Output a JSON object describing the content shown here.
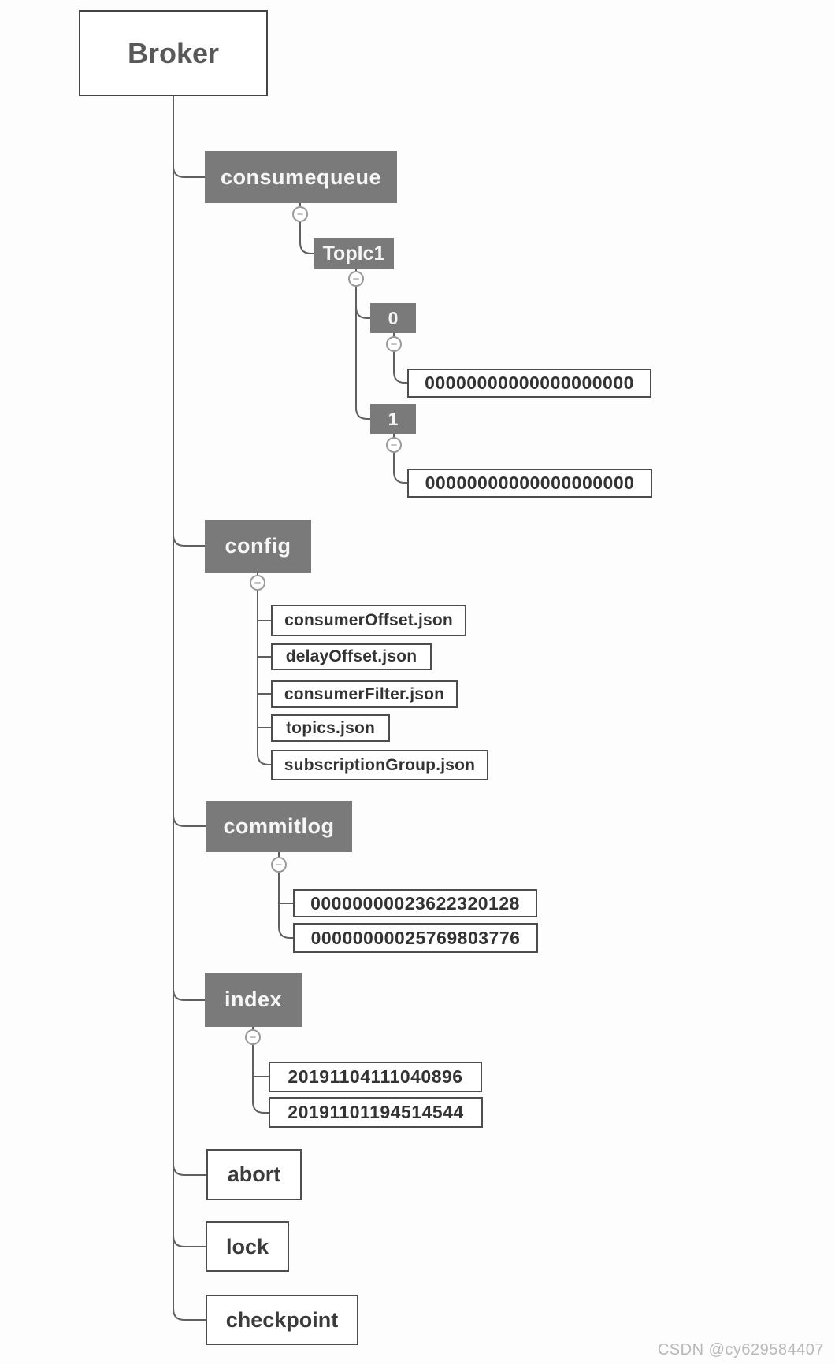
{
  "colors": {
    "dark_node_bg": "#7a7a7a",
    "dark_node_text": "#f6f6f6",
    "light_node_border": "#4d4d4d",
    "light_node_text": "#333333",
    "connector_line": "#5f5f5f",
    "watermark_text": "#b9b9b9"
  },
  "icons": {
    "collapse": "−"
  },
  "tree": {
    "root": "Broker",
    "consumequeue": {
      "label": "consumequeue",
      "topic": {
        "label": "Toplc1",
        "queues": [
          {
            "label": "0",
            "file": "00000000000000000000"
          },
          {
            "label": "1",
            "file": "00000000000000000000"
          }
        ]
      }
    },
    "config": {
      "label": "config",
      "files": [
        "consumerOffset.json",
        "delayOffset.json",
        "consumerFilter.json",
        "topics.json",
        "subscriptionGroup.json"
      ]
    },
    "commitlog": {
      "label": "commitlog",
      "files": [
        "00000000023622320128",
        "00000000025769803776"
      ]
    },
    "index": {
      "label": "index",
      "files": [
        "20191104111040896",
        "20191101194514544"
      ]
    },
    "abort": "abort",
    "lock": "lock",
    "checkpoint": "checkpoint"
  },
  "watermark": "CSDN @cy629584407"
}
